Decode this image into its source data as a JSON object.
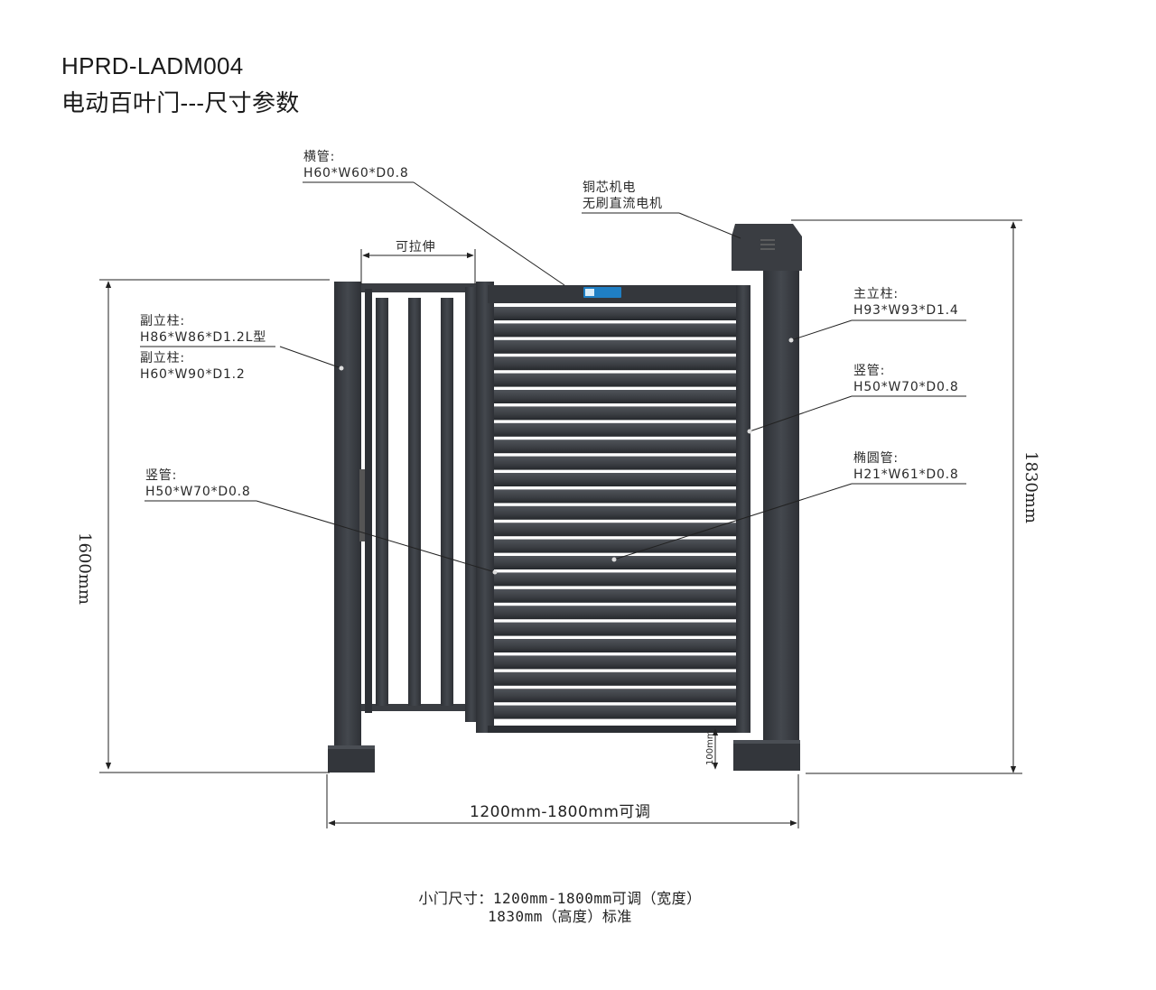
{
  "header": {
    "model": "HPRD-LADM004",
    "subtitle": "电动百叶门---尺寸参数"
  },
  "labels": {
    "top_rail": {
      "name": "横管:",
      "spec": "H60*W60*D0.8"
    },
    "motor": {
      "line1": "铜芯机电",
      "line2": "无刷直流电机"
    },
    "stretch": "可拉伸",
    "aux_post_1": {
      "name": "副立柱:",
      "spec": "H86*W86*D1.2L型"
    },
    "aux_post_2": {
      "name": "副立柱:",
      "spec": "H60*W90*D1.2"
    },
    "vertical_left": {
      "name": "竖管:",
      "spec": "H50*W70*D0.8"
    },
    "main_post": {
      "name": "主立柱:",
      "spec": "H93*W93*D1.4"
    },
    "vertical_right": {
      "name": "竖管:",
      "spec": "H50*W70*D0.8"
    },
    "oval_tube": {
      "name": "椭圆管:",
      "spec": "H21*W61*D0.8"
    }
  },
  "dimensions": {
    "left_height": "1600mm",
    "right_height": "1830mm",
    "width": "1200mm-1800mm可调",
    "ground_gap": "100mm"
  },
  "footer": {
    "line1": "小门尺寸：1200mm-1800mm可调（宽度）",
    "line2": "1830mm（高度）标准"
  },
  "colors": {
    "gate_body": "#3c3f44",
    "gate_dark": "#2b2e33",
    "label_badge": "#1f7fc4",
    "watermark": "#e65a5a"
  }
}
